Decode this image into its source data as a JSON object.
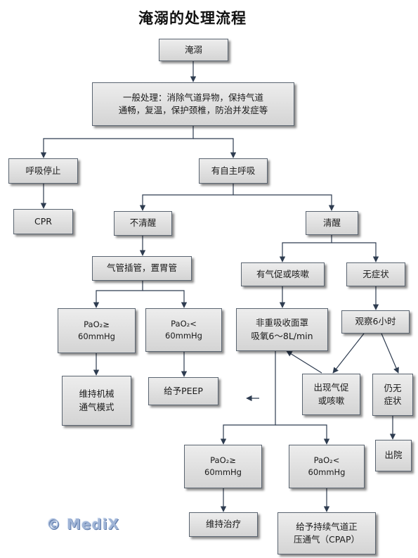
{
  "title": "淹溺的处理流程",
  "nodes": {
    "drowning": "淹溺",
    "general": "一般处理：消除气道异物，保持气道\n通畅，复温，保护颈椎，防治并发症等",
    "no_breath": "呼吸停止",
    "spont_breath": "有自主呼吸",
    "cpr": "CPR",
    "unconscious": "不清醒",
    "conscious": "清醒",
    "intubation": "气管插管，置胃管",
    "short_breath": "有气促或咳嗽",
    "no_symptom": "无症状",
    "pao2_ge_left": "PaO₂≥\n60mmHg",
    "pao2_lt_left": "PaO₂<\n60mmHg",
    "nonrebreather": "非重吸收面罩\n吸氧6～8L/min",
    "observe": "观察6小时",
    "maintain_vent": "维持机械\n通气模式",
    "peep": "给予PEEP",
    "appear_short": "出现气促\n或咳嗽",
    "still_none": "仍无\n症状",
    "discharge": "出院",
    "pao2_ge_right": "PaO₂≥\n60mmHg",
    "pao2_lt_right": "PaO₂<\n60mmHg",
    "maintain_treat": "维持治疗",
    "cpap": "给予持续气道正\n压通气（CPAP）"
  },
  "watermark": "© MediX"
}
